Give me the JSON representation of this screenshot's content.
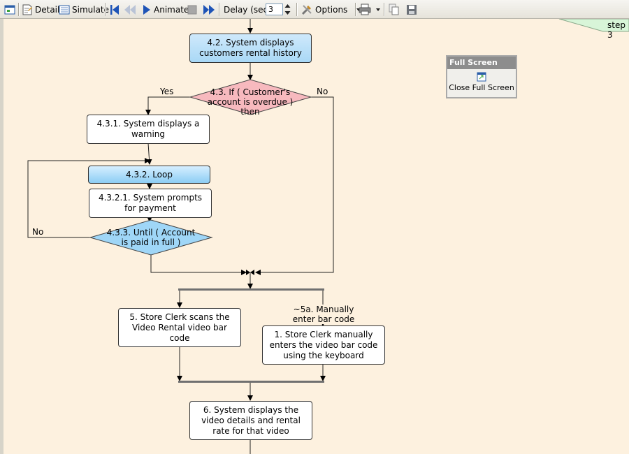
{
  "toolbar": {
    "detail_label": "Detail",
    "simulate_label": "Simulate",
    "animate_label": "Animate",
    "delay_label": "Delay (sec)",
    "delay_value": "3",
    "options_label": "Options"
  },
  "step_tab": {
    "label": "step 3"
  },
  "full_screen": {
    "title": "Full Screen",
    "button_label": "Close Full Screen"
  },
  "flow": {
    "n42": "4.2.  System displays customers rental history",
    "d43": "4.3.  If ( Customer's account is overdue ) then",
    "yes": "Yes",
    "no": "No",
    "n431": "4.3.1.  System displays a warning",
    "n432": "4.3.2.  Loop",
    "n4321": "4.3.2.1.  System prompts for payment",
    "d433": "4.3.3.  Until ( Account is paid in full )",
    "loop_no": "No",
    "n5": "5.  Store Clerk scans the Video Rental video bar code",
    "alt5a": "~5a. Manually enter bar code",
    "n1": "1.  Store Clerk manually enters the video bar code using the keyboard",
    "n6": "6.  System displays the video details and rental rate for that video"
  },
  "colors": {
    "decision_pink": "#f7b9be",
    "decision_blue": "#9fd6f7",
    "node_blue": "#b3dcf8",
    "canvas_bg": "#fdf1df",
    "step_tab": "#d8f5d8"
  }
}
